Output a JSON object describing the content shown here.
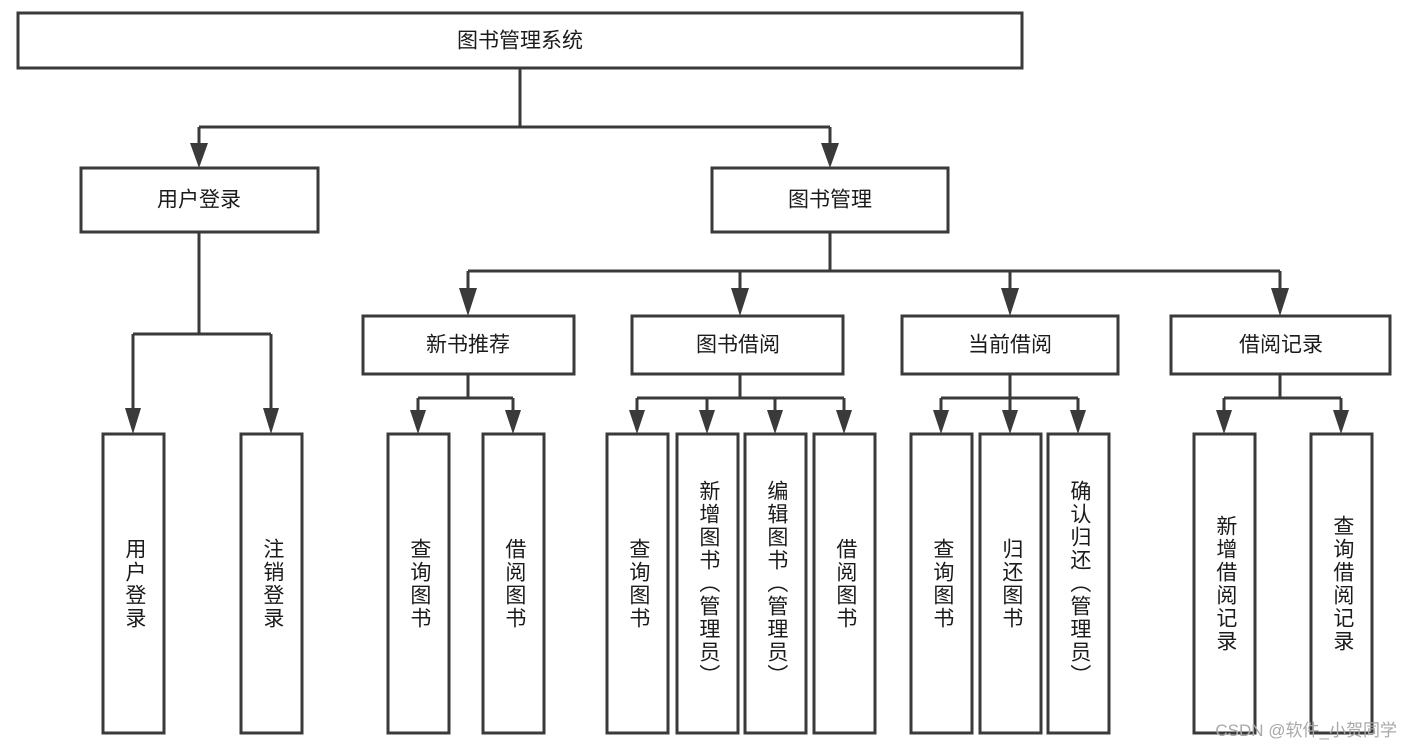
{
  "diagram": {
    "type": "tree",
    "title": "图书管理系统",
    "watermark": "CSDN @软件_小贺同学",
    "colors": {
      "stroke": "#3a3a3a",
      "fill": "#ffffff",
      "text": "#1b1b1b",
      "watermark": "#a8a8a8",
      "background": "#ffffff"
    },
    "root": {
      "label": "图书管理系统"
    },
    "level2": [
      {
        "label": "用户登录"
      },
      {
        "label": "图书管理"
      }
    ],
    "level3": [
      {
        "label": "新书推荐"
      },
      {
        "label": "图书借阅"
      },
      {
        "label": "当前借阅"
      },
      {
        "label": "借阅记录"
      }
    ],
    "leaves": {
      "user_login": [
        {
          "label": "用户登录"
        },
        {
          "label": "注销登录"
        }
      ],
      "new_book_recommend": [
        {
          "label": "查询图书"
        },
        {
          "label": "借阅图书"
        }
      ],
      "book_borrow": [
        {
          "label": "查询图书"
        },
        {
          "label": "新增图书（管理员）"
        },
        {
          "label": "编辑图书（管理员）"
        },
        {
          "label": "借阅图书"
        }
      ],
      "current_borrow": [
        {
          "label": "查询图书"
        },
        {
          "label": "归还图书"
        },
        {
          "label": "确认归还（管理员）"
        }
      ],
      "borrow_record": [
        {
          "label": "新增借阅记录"
        },
        {
          "label": "查询借阅记录"
        }
      ]
    }
  }
}
